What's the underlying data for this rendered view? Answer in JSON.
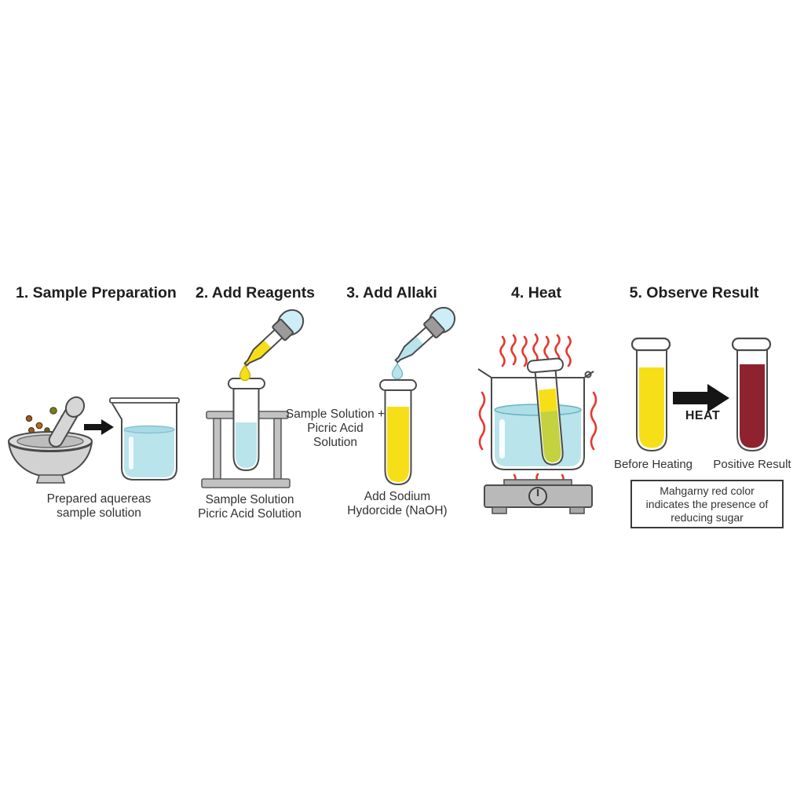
{
  "figure": {
    "title_semantic": "Picric acid test procedure diagram",
    "steps": [
      {
        "title": "1. Sample Preparation",
        "caption": "Prepared aquereas\nsample solution",
        "icons": [
          "mortar-pestle",
          "arrow-right",
          "beaker-with-solution"
        ]
      },
      {
        "title": "2. Add Reagents",
        "caption": "Sample Solution\nPicric Acid Solution",
        "icons": [
          "dropper-yellow",
          "falling-drop-yellow",
          "test-tube-in-stand"
        ]
      },
      {
        "title": "3. Add Allaki",
        "tube_label": "Sample Solution +\nPicric Acid Solution",
        "caption": "Add Sodium\nHydorcide (NaOH)",
        "icons": [
          "dropper-blue",
          "falling-drop-blue",
          "test-tube-yellow"
        ]
      },
      {
        "title": "4. Heat",
        "icons": [
          "heat-waves",
          "water-bath-beaker",
          "test-tube-in-bath",
          "hot-plate"
        ]
      },
      {
        "title": "5. Observe Result",
        "before_label": "Before Heating",
        "after_label": "Positive Result",
        "arrow_label": "HEAT",
        "note": "Mahgarny red color\nindicates the presence of\nreducing sugar",
        "icons": [
          "test-tube-yellow",
          "arrow-right",
          "test-tube-dark-red"
        ]
      }
    ],
    "colors": {
      "liquid-blue": "#b9e4ec",
      "bulb-blue": "#cdeef7",
      "yellow": "#f7df17",
      "olive": "#c4d23f",
      "dark-red": "#8e232f",
      "gray-light": "#d9d9d9",
      "gray-mid": "#bdbdbd",
      "gray-dark": "#9b9b9b",
      "outline": "#4a4a4a",
      "heat-red": "#e6392e",
      "arrow-black": "#151515",
      "bg": "#ffffff"
    }
  }
}
